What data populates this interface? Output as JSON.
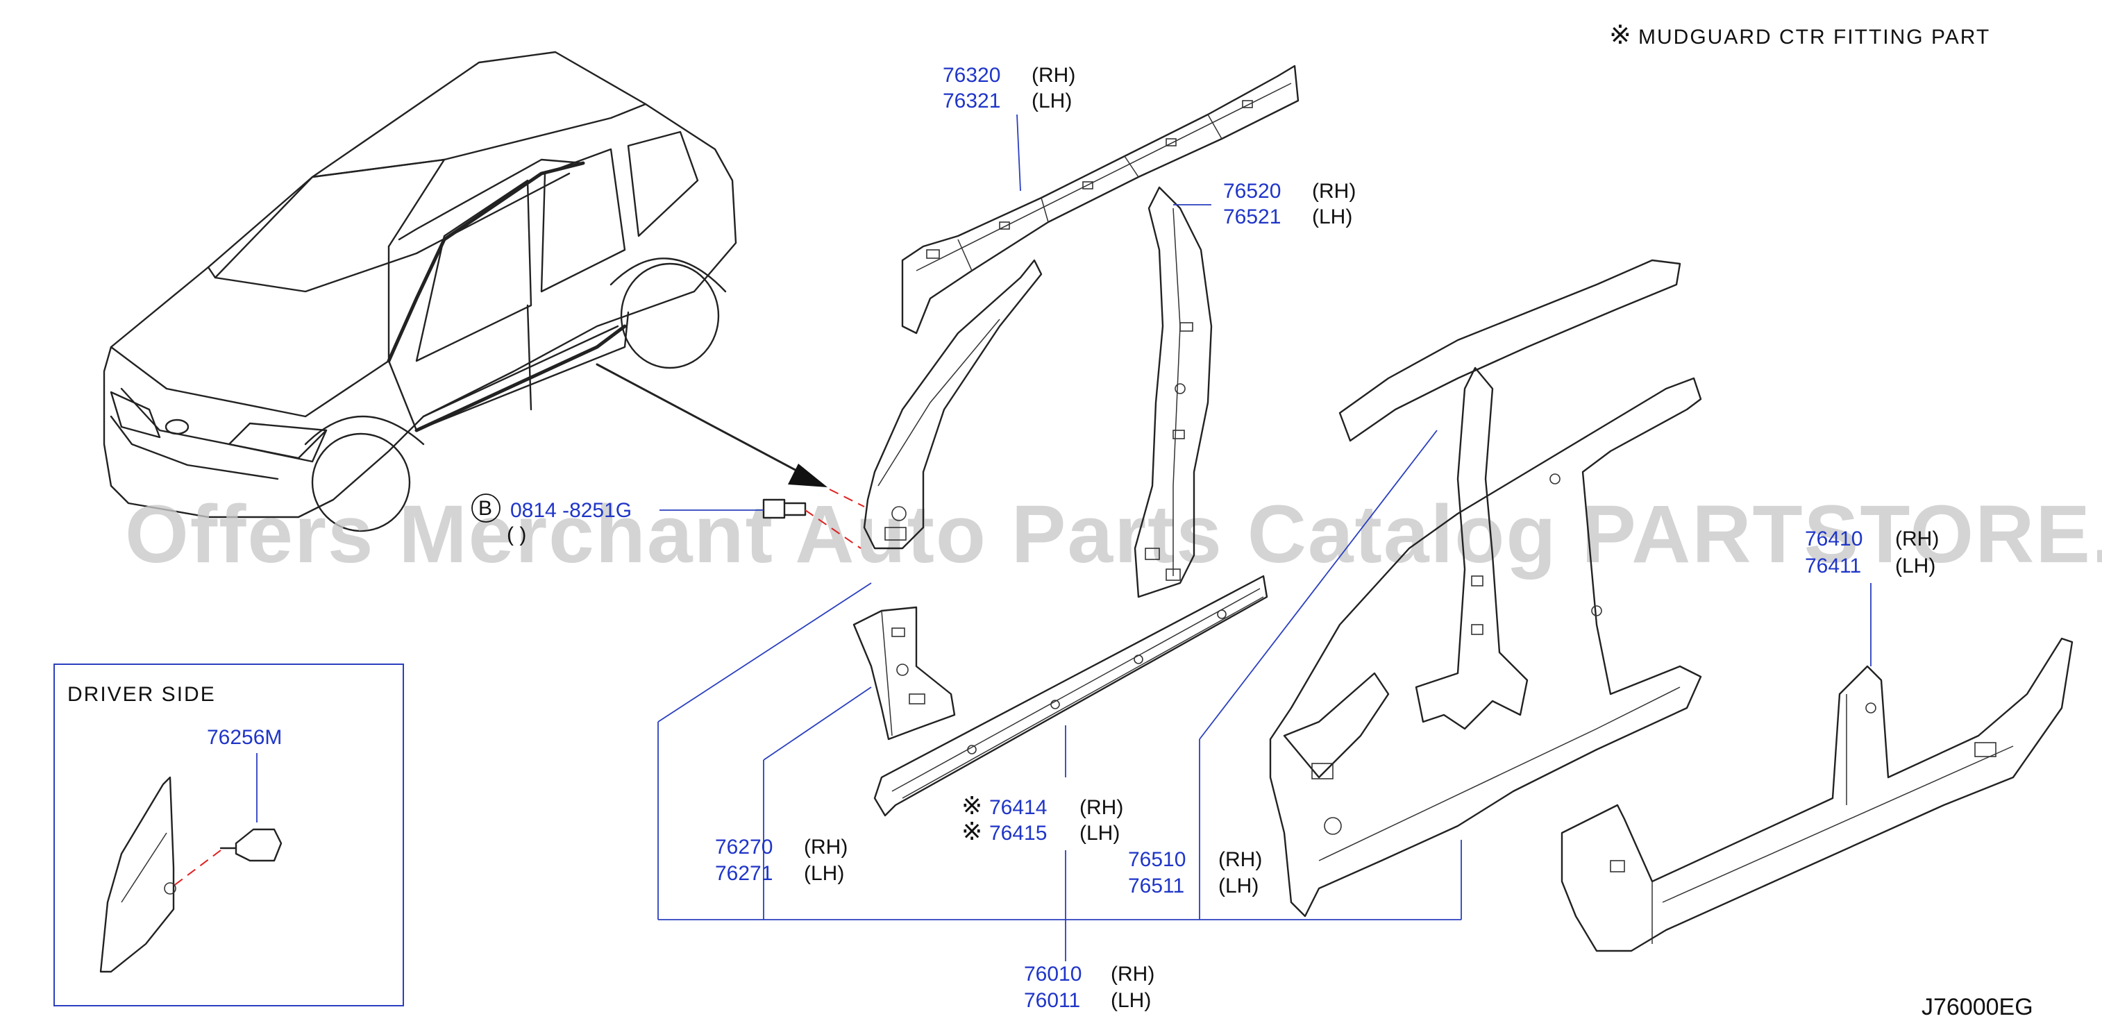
{
  "title_note": {
    "symbol": "※",
    "text": "MUDGUARD   CTR   FITTING   PART"
  },
  "diagram_code": "J76000EG",
  "watermark": "Offers Merchant Auto Parts Catalog PARTSTORE.SA",
  "inset": {
    "title": "DRIVER   SIDE",
    "part": "76256M"
  },
  "bolt": {
    "badge": "B",
    "part": "0814  -8251G",
    "qty": "(  )"
  },
  "parts": {
    "roof_rail": {
      "rh": "76320",
      "lh": "76321",
      "rh_side": "(RH)",
      "lh_side": "(LH)"
    },
    "center_pillar": {
      "rh": "76520",
      "lh": "76521",
      "rh_side": "(RH)",
      "lh_side": "(LH)"
    },
    "rear_sill": {
      "rh": "76410",
      "lh": "76411",
      "rh_side": "(RH)",
      "lh_side": "(LH)"
    },
    "front_pillar": {
      "rh": "76270",
      "lh": "76271",
      "rh_side": "(RH)",
      "lh_side": "(LH)"
    },
    "sill_inner": {
      "mark": "※",
      "rh": "76414",
      "lh": "76415",
      "rh_side": "(RH)",
      "lh_side": "(LH)"
    },
    "side_outer": {
      "rh": "76510",
      "lh": "76511",
      "rh_side": "(RH)",
      "lh_side": "(LH)"
    },
    "body_side": {
      "rh": "76010",
      "lh": "76011",
      "rh_side": "(RH)",
      "lh_side": "(LH)"
    }
  }
}
